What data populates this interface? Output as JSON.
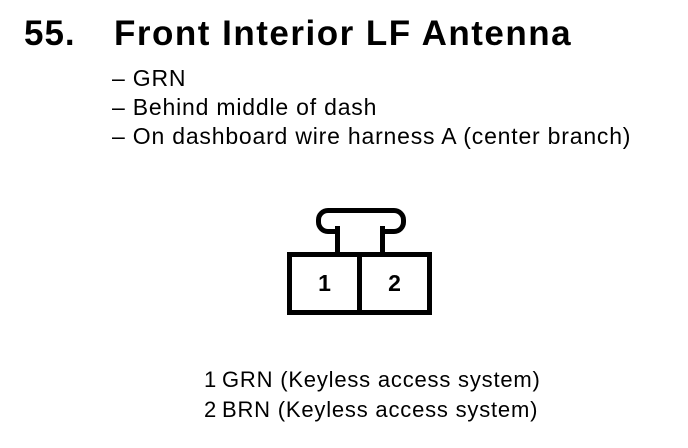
{
  "document": {
    "item_number": "55.",
    "title": "Front Interior LF Antenna",
    "notes": [
      "– GRN",
      "– Behind middle of dash",
      "– On dashboard wire harness A (center branch)"
    ],
    "connector": {
      "pin_labels": [
        "1",
        "2"
      ]
    },
    "legend": [
      {
        "pin": "1",
        "label": "GRN (Keyless access system)"
      },
      {
        "pin": "2",
        "label": "BRN (Keyless access system)"
      }
    ],
    "colors": {
      "ink": "#000000",
      "paper": "#ffffff"
    }
  }
}
